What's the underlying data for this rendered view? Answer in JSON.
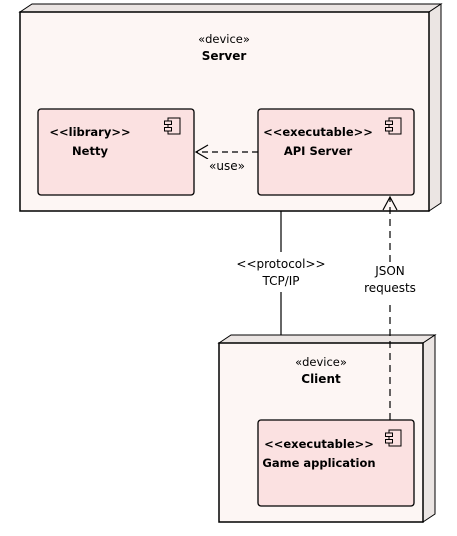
{
  "server": {
    "stereotype": "«device»",
    "name": "Server",
    "netty": {
      "stereotype": "<<library>>",
      "name": "Netty"
    },
    "api": {
      "stereotype": "<<executable>>",
      "name": "API Server"
    },
    "use_label": "«use»"
  },
  "link": {
    "stereotype": "<<protocol>>",
    "name": "TCP/IP"
  },
  "requests": {
    "line1": "JSON",
    "line2": "requests"
  },
  "client": {
    "stereotype": "«device»",
    "name": "Client",
    "game": {
      "stereotype": "<<executable>>",
      "name": "Game application"
    }
  },
  "colors": {
    "node_front": "#fdf6f4",
    "node_side": "#ebe5e3",
    "component_fill": "#fbe1e1",
    "stroke": "#000000"
  }
}
